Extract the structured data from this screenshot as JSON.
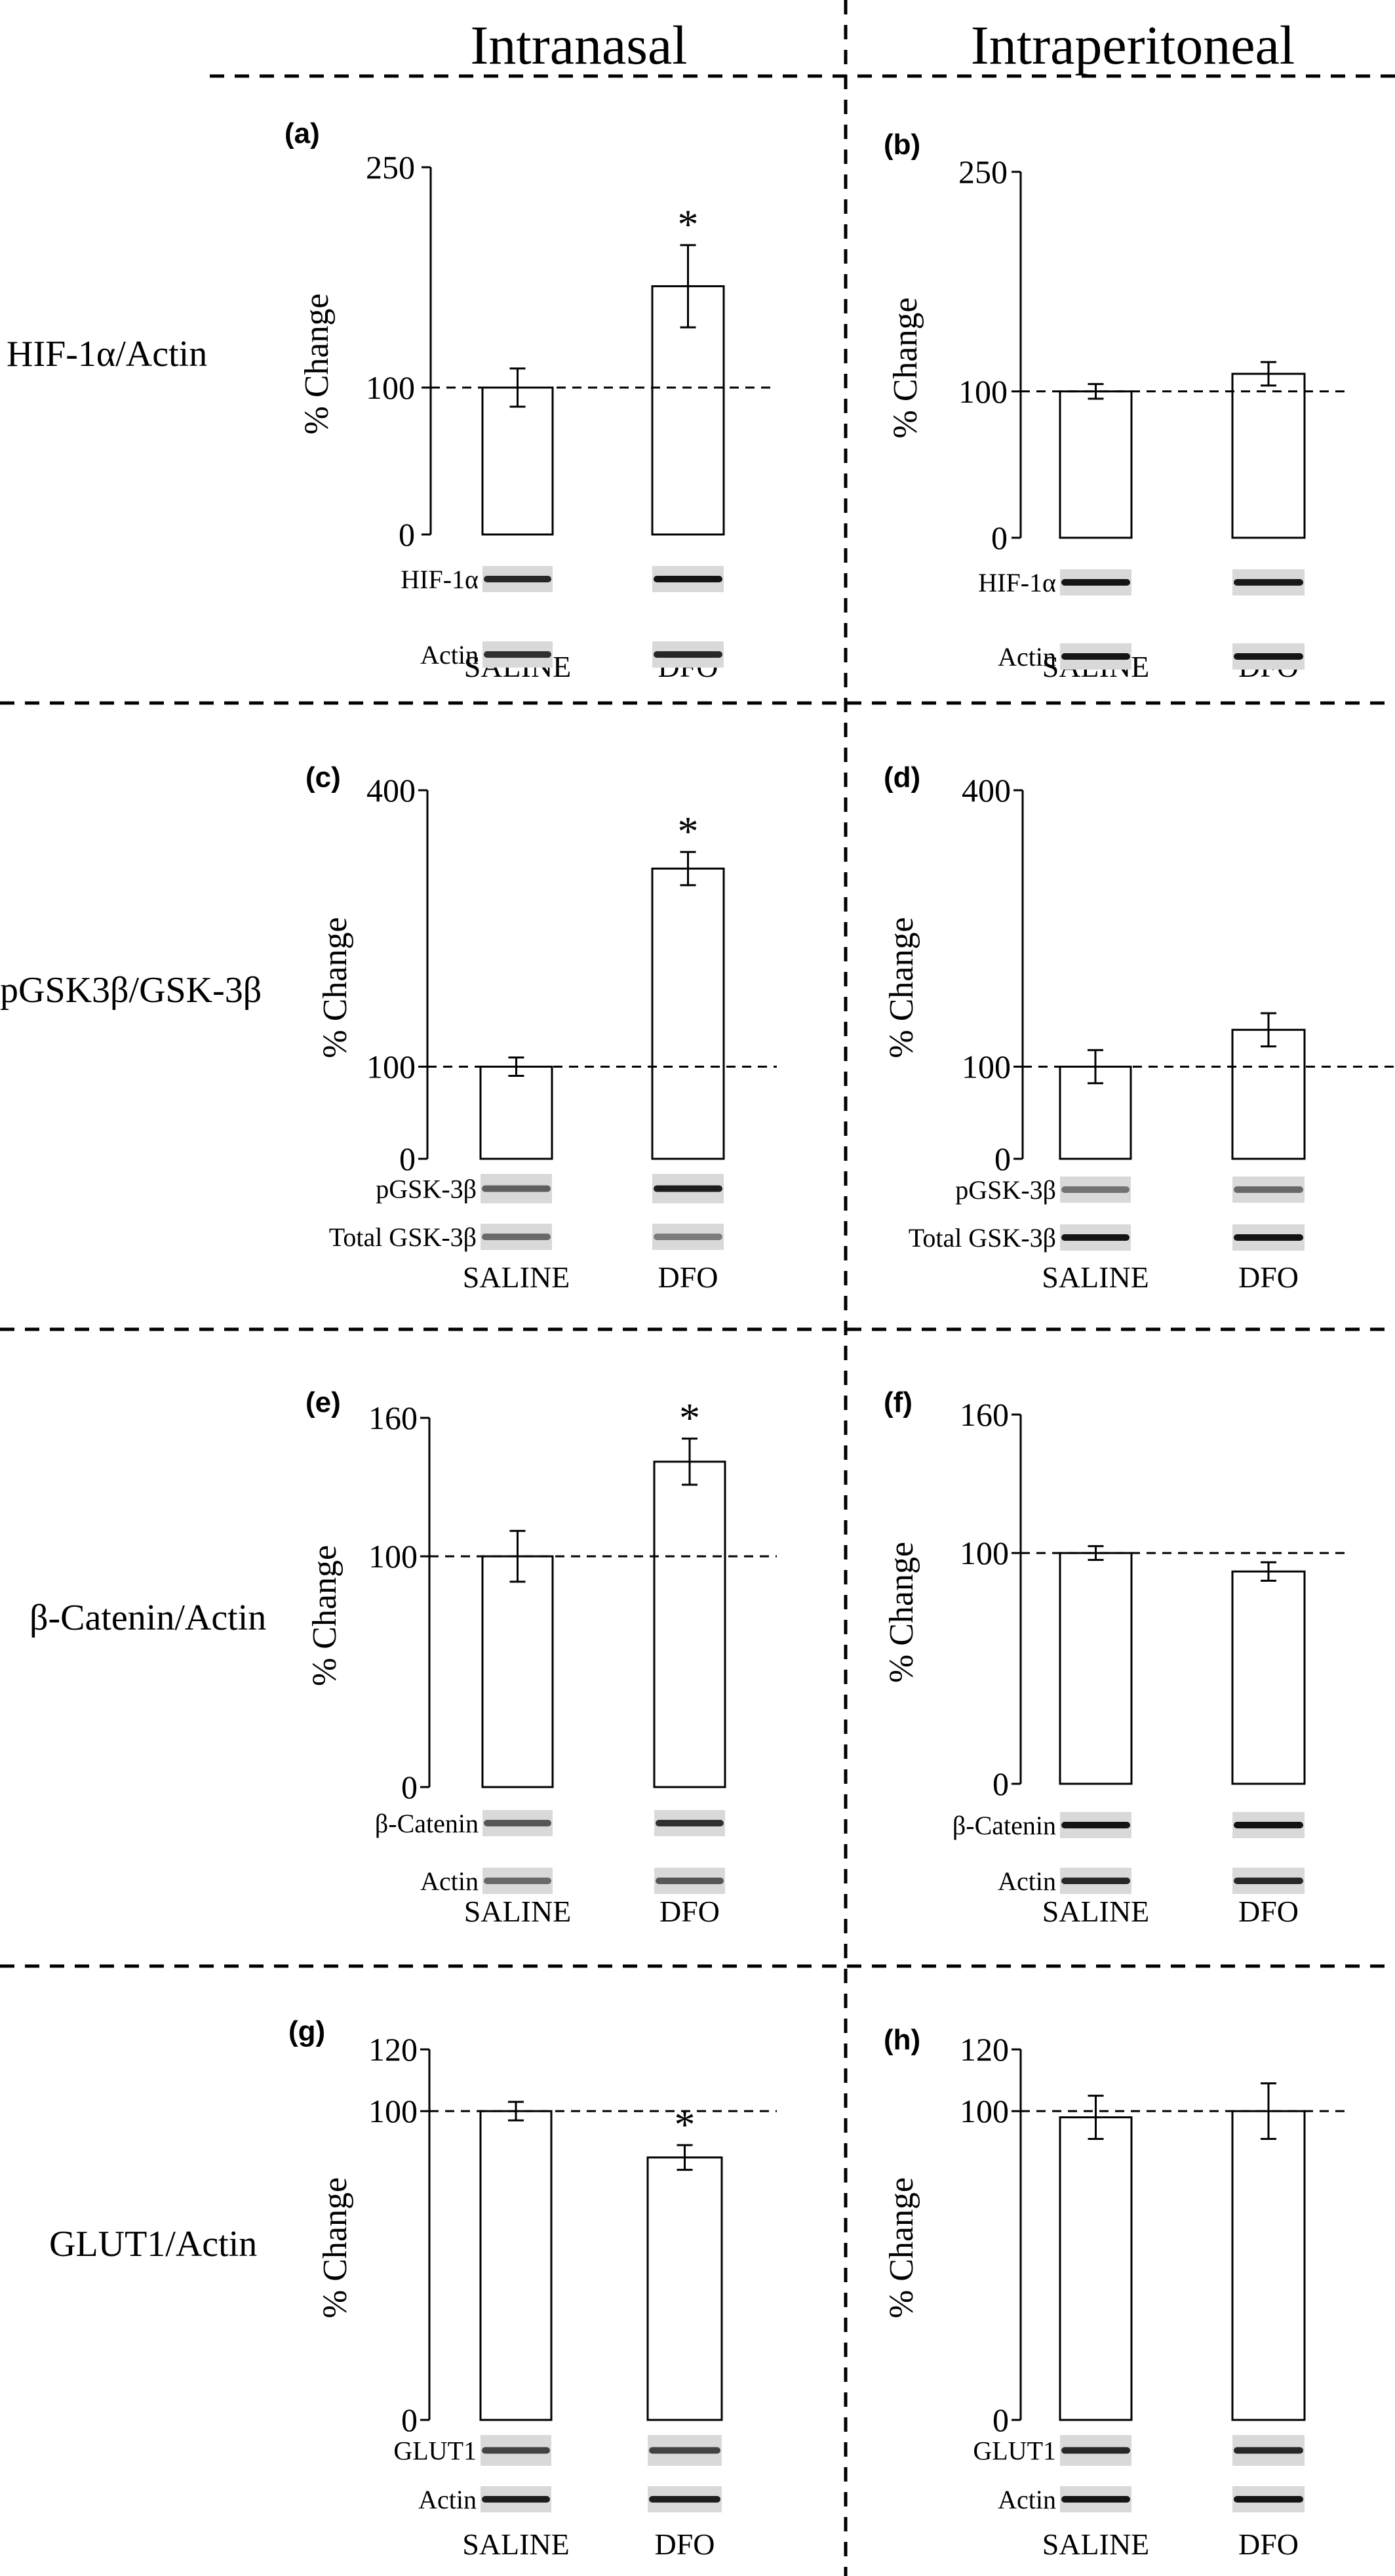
{
  "columns": [
    "Intranasal",
    "Intraperitoneal"
  ],
  "rows": [
    "HIF-1α/Actin",
    "pGSK3β/GSK-3β",
    "β-Catenin/Actin",
    "GLUT1/Actin"
  ],
  "chart_data": [
    {
      "id": "a",
      "type": "bar",
      "panel_label": "(a)",
      "ylabel": "% Change",
      "ylim": [
        0,
        250
      ],
      "yticks": [
        0,
        100,
        250
      ],
      "reference_line": 100,
      "categories": [
        "SALINE",
        "DFO"
      ],
      "values": [
        100,
        169
      ],
      "errors": [
        13,
        28
      ],
      "significance": [
        "",
        "*"
      ],
      "blot_labels": [
        "HIF-1α",
        "Actin"
      ],
      "blot_intensity": [
        [
          0.85,
          0.95
        ],
        [
          0.8,
          0.85
        ]
      ]
    },
    {
      "id": "b",
      "type": "bar",
      "panel_label": "(b)",
      "ylabel": "% Change",
      "ylim": [
        0,
        250
      ],
      "yticks": [
        0,
        100,
        250
      ],
      "reference_line": 100,
      "categories": [
        "SALINE",
        "DFO"
      ],
      "values": [
        100,
        112
      ],
      "errors": [
        5,
        8
      ],
      "significance": [
        "",
        ""
      ],
      "blot_labels": [
        "HIF-1α",
        "Actin"
      ],
      "blot_intensity": [
        [
          0.95,
          0.92
        ],
        [
          0.95,
          0.95
        ]
      ]
    },
    {
      "id": "c",
      "type": "bar",
      "panel_label": "(c)",
      "ylabel": "% Change",
      "ylim": [
        0,
        400
      ],
      "yticks": [
        0,
        100,
        400
      ],
      "reference_line": 100,
      "categories": [
        "SALINE",
        "DFO"
      ],
      "values": [
        100,
        315
      ],
      "errors": [
        10,
        18
      ],
      "significance": [
        "",
        "*"
      ],
      "blot_labels": [
        "pGSK-3β",
        "Total GSK-3β"
      ],
      "blot_intensity": [
        [
          0.55,
          0.9
        ],
        [
          0.5,
          0.4
        ]
      ]
    },
    {
      "id": "d",
      "type": "bar",
      "panel_label": "(d)",
      "ylabel": "% Change",
      "ylim": [
        0,
        400
      ],
      "yticks": [
        0,
        100,
        400
      ],
      "reference_line": 100,
      "categories": [
        "SALINE",
        "DFO"
      ],
      "values": [
        100,
        140
      ],
      "errors": [
        18,
        18
      ],
      "significance": [
        "",
        ""
      ],
      "blot_labels": [
        "pGSK-3β",
        "Total GSK-3β"
      ],
      "blot_intensity": [
        [
          0.45,
          0.5
        ],
        [
          0.95,
          0.95
        ]
      ]
    },
    {
      "id": "e",
      "type": "bar",
      "panel_label": "(e)",
      "ylabel": "% Change",
      "ylim": [
        0,
        160
      ],
      "yticks": [
        0,
        100,
        160
      ],
      "reference_line": 100,
      "categories": [
        "SALINE",
        "DFO"
      ],
      "values": [
        100,
        141
      ],
      "errors": [
        11,
        10
      ],
      "significance": [
        "",
        "*"
      ],
      "blot_labels": [
        "β-Catenin",
        "Actin"
      ],
      "blot_intensity": [
        [
          0.6,
          0.8
        ],
        [
          0.5,
          0.6
        ]
      ]
    },
    {
      "id": "f",
      "type": "bar",
      "panel_label": "(f)",
      "ylabel": "% Change",
      "ylim": [
        0,
        160
      ],
      "yticks": [
        0,
        100,
        160
      ],
      "reference_line": 100,
      "categories": [
        "SALINE",
        "DFO"
      ],
      "values": [
        100,
        92
      ],
      "errors": [
        3,
        4
      ],
      "significance": [
        "",
        ""
      ],
      "blot_labels": [
        "β-Catenin",
        "Actin"
      ],
      "blot_intensity": [
        [
          0.95,
          0.95
        ],
        [
          0.85,
          0.85
        ]
      ]
    },
    {
      "id": "g",
      "type": "bar",
      "panel_label": "(g)",
      "ylabel": "% Change",
      "ylim": [
        0,
        120
      ],
      "yticks": [
        0,
        100,
        120
      ],
      "reference_line": 100,
      "categories": [
        "SALINE",
        "DFO"
      ],
      "values": [
        100,
        85
      ],
      "errors": [
        3,
        4
      ],
      "significance": [
        "",
        "*"
      ],
      "blot_labels": [
        "GLUT1",
        "Actin"
      ],
      "blot_intensity": [
        [
          0.7,
          0.7
        ],
        [
          0.9,
          0.9
        ]
      ]
    },
    {
      "id": "h",
      "type": "bar",
      "panel_label": "(h)",
      "ylabel": "% Change",
      "ylim": [
        0,
        120
      ],
      "yticks": [
        0,
        100,
        120
      ],
      "reference_line": 100,
      "categories": [
        "SALINE",
        "DFO"
      ],
      "values": [
        98,
        100
      ],
      "errors": [
        7,
        9
      ],
      "significance": [
        "",
        ""
      ],
      "blot_labels": [
        "GLUT1",
        "Actin"
      ],
      "blot_intensity": [
        [
          0.85,
          0.85
        ],
        [
          0.95,
          0.95
        ]
      ]
    }
  ]
}
